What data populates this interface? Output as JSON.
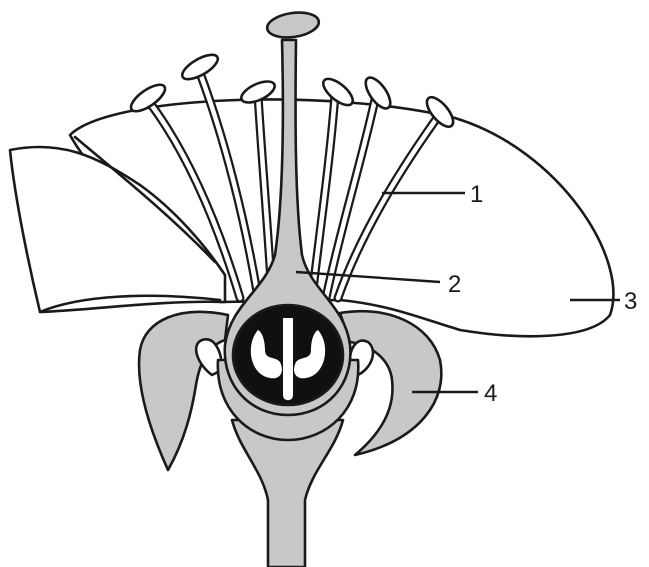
{
  "diagram": {
    "labels": [
      {
        "id": "1",
        "text": "1"
      },
      {
        "id": "2",
        "text": "2"
      },
      {
        "id": "3",
        "text": "3"
      },
      {
        "id": "4",
        "text": "4"
      }
    ],
    "colors": {
      "outline": "#1a1a1a",
      "pistil_fill": "#c8c8c8",
      "ovary_dark": "#101010",
      "background": "#ffffff"
    }
  }
}
